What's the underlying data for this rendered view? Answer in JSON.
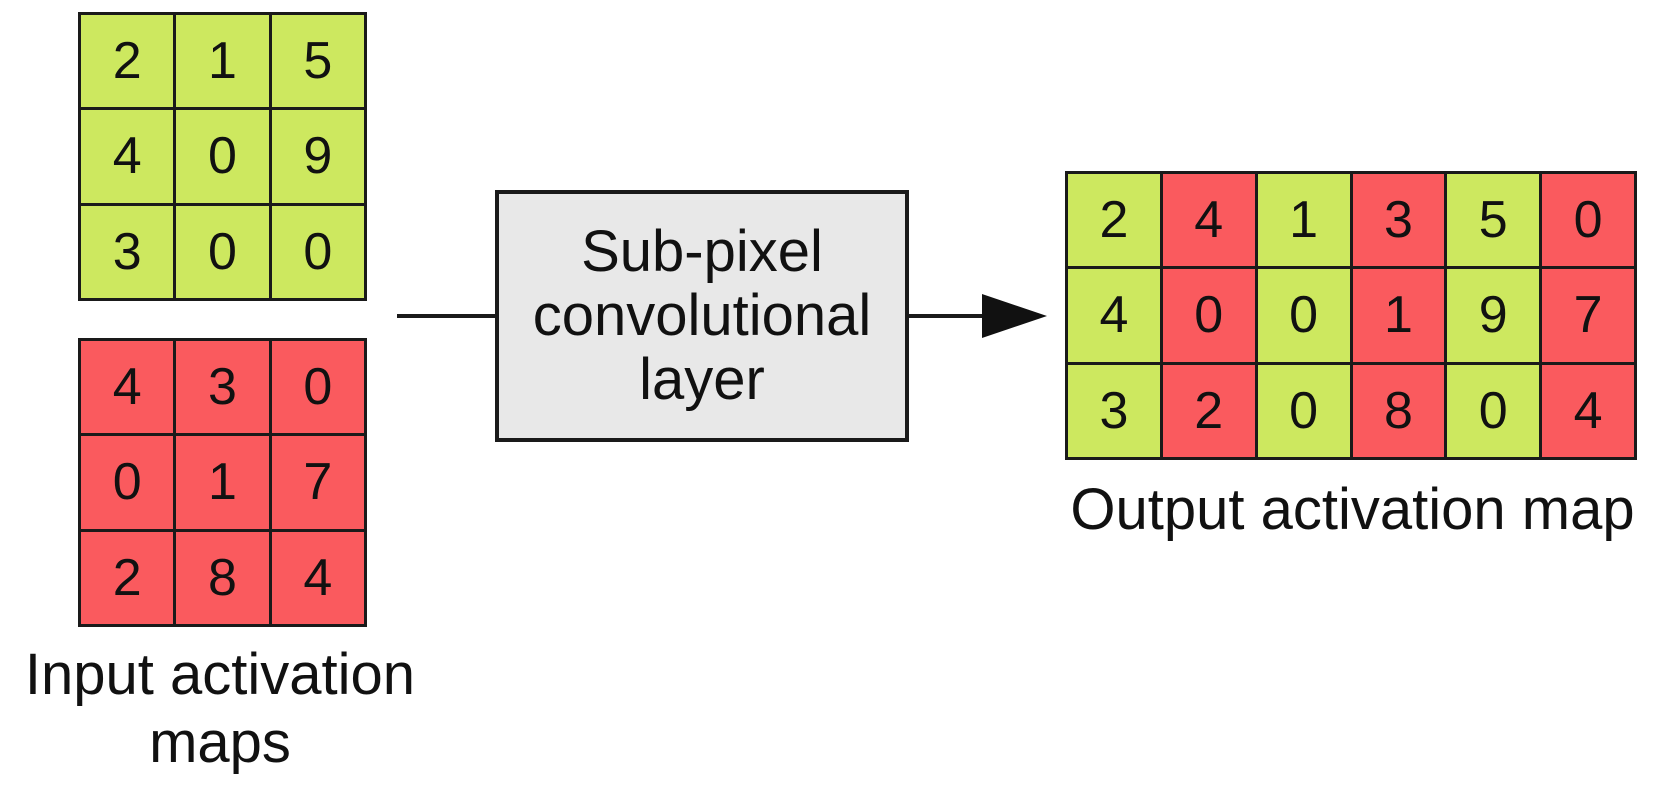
{
  "colors": {
    "input_a": "#cde85f",
    "input_b": "#fa5a5e",
    "box_fill": "#e8e8e8",
    "stroke": "#1a1a1a"
  },
  "input_maps": {
    "label_lines": [
      "Input activation",
      "maps"
    ],
    "map_a": {
      "color_key": "input_a",
      "rows": [
        [
          "2",
          "1",
          "5"
        ],
        [
          "4",
          "0",
          "9"
        ],
        [
          "3",
          "0",
          "0"
        ]
      ]
    },
    "map_b": {
      "color_key": "input_b",
      "rows": [
        [
          "4",
          "3",
          "0"
        ],
        [
          "0",
          "1",
          "7"
        ],
        [
          "2",
          "8",
          "4"
        ]
      ]
    }
  },
  "layer": {
    "label_lines": [
      "Sub-pixel",
      "convolutional",
      "layer"
    ]
  },
  "output_map": {
    "label": "Output activation map",
    "rows": [
      [
        {
          "v": "2",
          "c": "input_a"
        },
        {
          "v": "4",
          "c": "input_b"
        },
        {
          "v": "1",
          "c": "input_a"
        },
        {
          "v": "3",
          "c": "input_b"
        },
        {
          "v": "5",
          "c": "input_a"
        },
        {
          "v": "0",
          "c": "input_b"
        }
      ],
      [
        {
          "v": "4",
          "c": "input_a"
        },
        {
          "v": "0",
          "c": "input_b"
        },
        {
          "v": "0",
          "c": "input_a"
        },
        {
          "v": "1",
          "c": "input_b"
        },
        {
          "v": "9",
          "c": "input_a"
        },
        {
          "v": "7",
          "c": "input_b"
        }
      ],
      [
        {
          "v": "3",
          "c": "input_a"
        },
        {
          "v": "2",
          "c": "input_b"
        },
        {
          "v": "0",
          "c": "input_a"
        },
        {
          "v": "8",
          "c": "input_b"
        },
        {
          "v": "0",
          "c": "input_a"
        },
        {
          "v": "4",
          "c": "input_b"
        }
      ]
    ]
  }
}
